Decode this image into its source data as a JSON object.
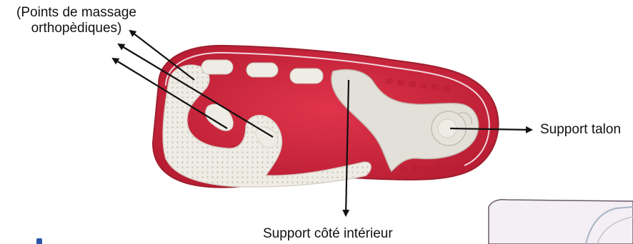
{
  "labels": {
    "massage_line1": "(Points de massage",
    "massage_line2": "orthopèdiques)",
    "heel_support": "Support talon",
    "inner_support": "Support côté intérieur"
  },
  "colors": {
    "sole_red": "#d5283f",
    "sole_white": "#efece6",
    "insert_grey": "#dedbd4",
    "arrow": "#111111",
    "boot": "#f3eef3"
  },
  "icons": {
    "arrow": "arrow-icon"
  }
}
